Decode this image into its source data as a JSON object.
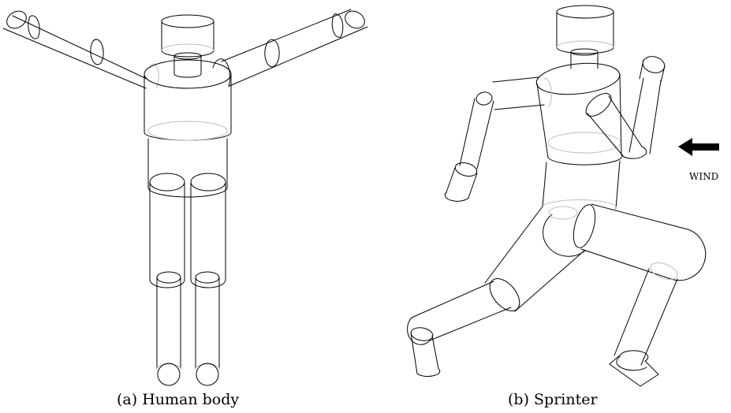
{
  "panels": [
    {
      "caption": "(a) Human body"
    },
    {
      "caption": "(b) Sprinter"
    }
  ],
  "wind": {
    "label": "WIND",
    "arrow_icon": "left-arrow"
  }
}
